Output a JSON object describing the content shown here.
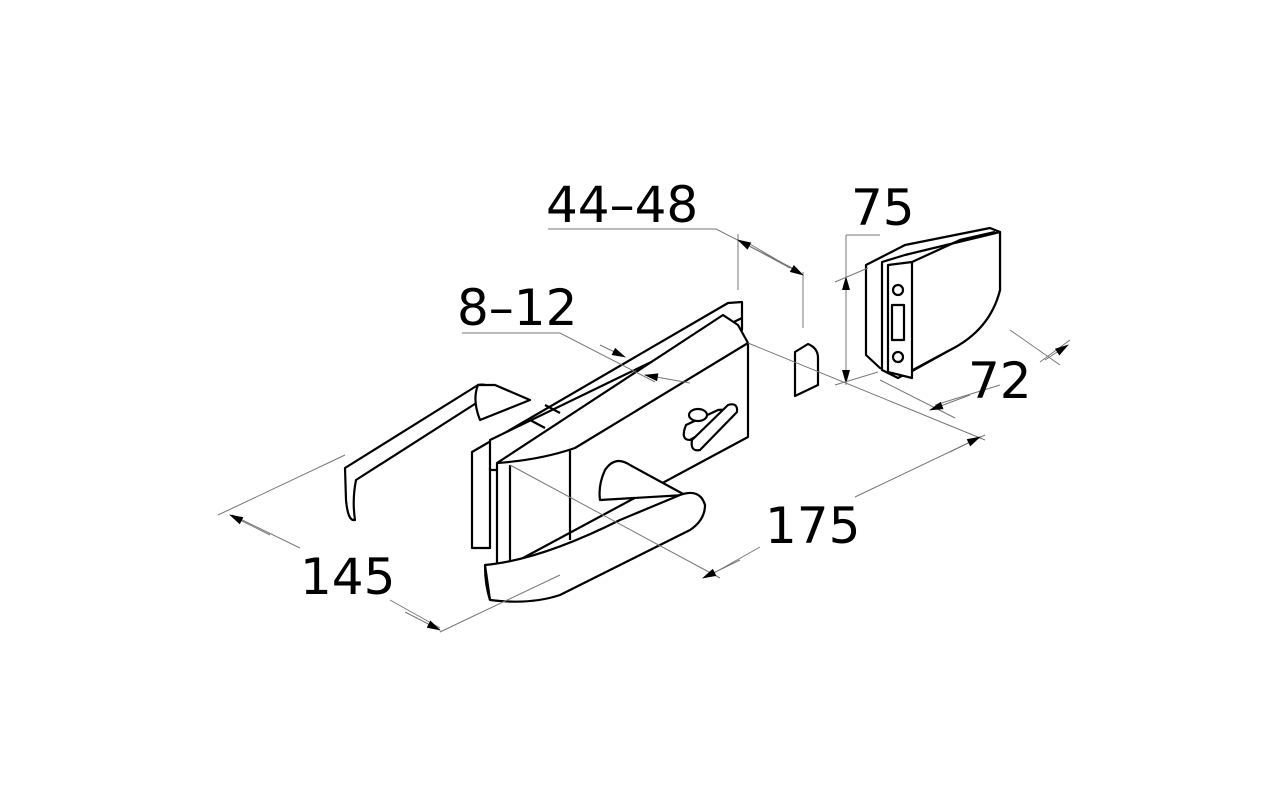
{
  "drawing": {
    "dimensions": {
      "glass_thickness_range": "44–48",
      "strike_height": "75",
      "glass_thickness": "8–12",
      "strike_width": "72",
      "lock_length": "175",
      "handle_length": "145"
    },
    "colors": {
      "line": "#000000",
      "dimension_line": "#777777",
      "background": "#ffffff"
    }
  }
}
